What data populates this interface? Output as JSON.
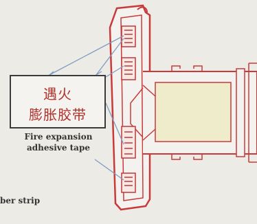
{
  "label": {
    "chinese_line1": "遇火",
    "chinese_line2": "膨胀胶带",
    "english_line1": "Fire expansion",
    "english_line2": "adhesive tape"
  },
  "side_label": "ber strip",
  "colors": {
    "frame_red": "#c83a3a",
    "frame_fill": "#f4f2ee",
    "tape_red": "#c0363a",
    "leader_blue": "#7d9cc4",
    "outline": "#3a3a3a",
    "background": "#ecebe6"
  }
}
